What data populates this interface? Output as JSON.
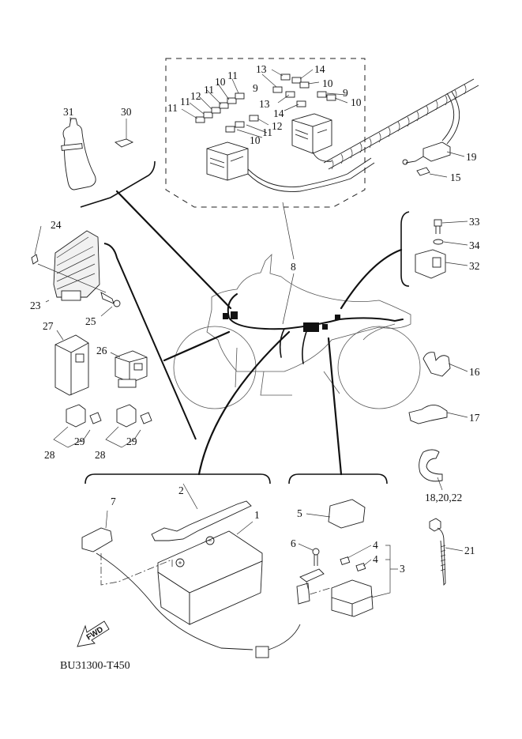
{
  "diagram": {
    "title": "Electrical parts exploded view",
    "drawing_code": "BU31300-T450",
    "direction_arrow": "FWD",
    "callouts": {
      "c1": "1",
      "c2": "2",
      "c3": "3",
      "c4a": "4",
      "c4b": "4",
      "c5": "5",
      "c6": "6",
      "c7": "7",
      "c8": "8",
      "c9a": "9",
      "c9b": "9",
      "c10a": "10",
      "c10b": "10",
      "c10c": "10",
      "c10d": "10",
      "c11a": "11",
      "c11b": "11",
      "c11c": "11",
      "c11d": "11",
      "c11e": "11",
      "c12a": "12",
      "c12b": "12",
      "c13a": "13",
      "c13b": "13",
      "c14a": "14",
      "c14b": "14",
      "c15": "15",
      "c16": "16",
      "c17": "17",
      "c18_20_22": "18,20,22",
      "c19": "19",
      "c21": "21",
      "c23": "23",
      "c24": "24",
      "c25": "25",
      "c26": "26",
      "c27": "27",
      "c28a": "28",
      "c28b": "28",
      "c29a": "29",
      "c29b": "29",
      "c30": "30",
      "c31": "31",
      "c32": "32",
      "c33": "33",
      "c34": "34"
    }
  }
}
